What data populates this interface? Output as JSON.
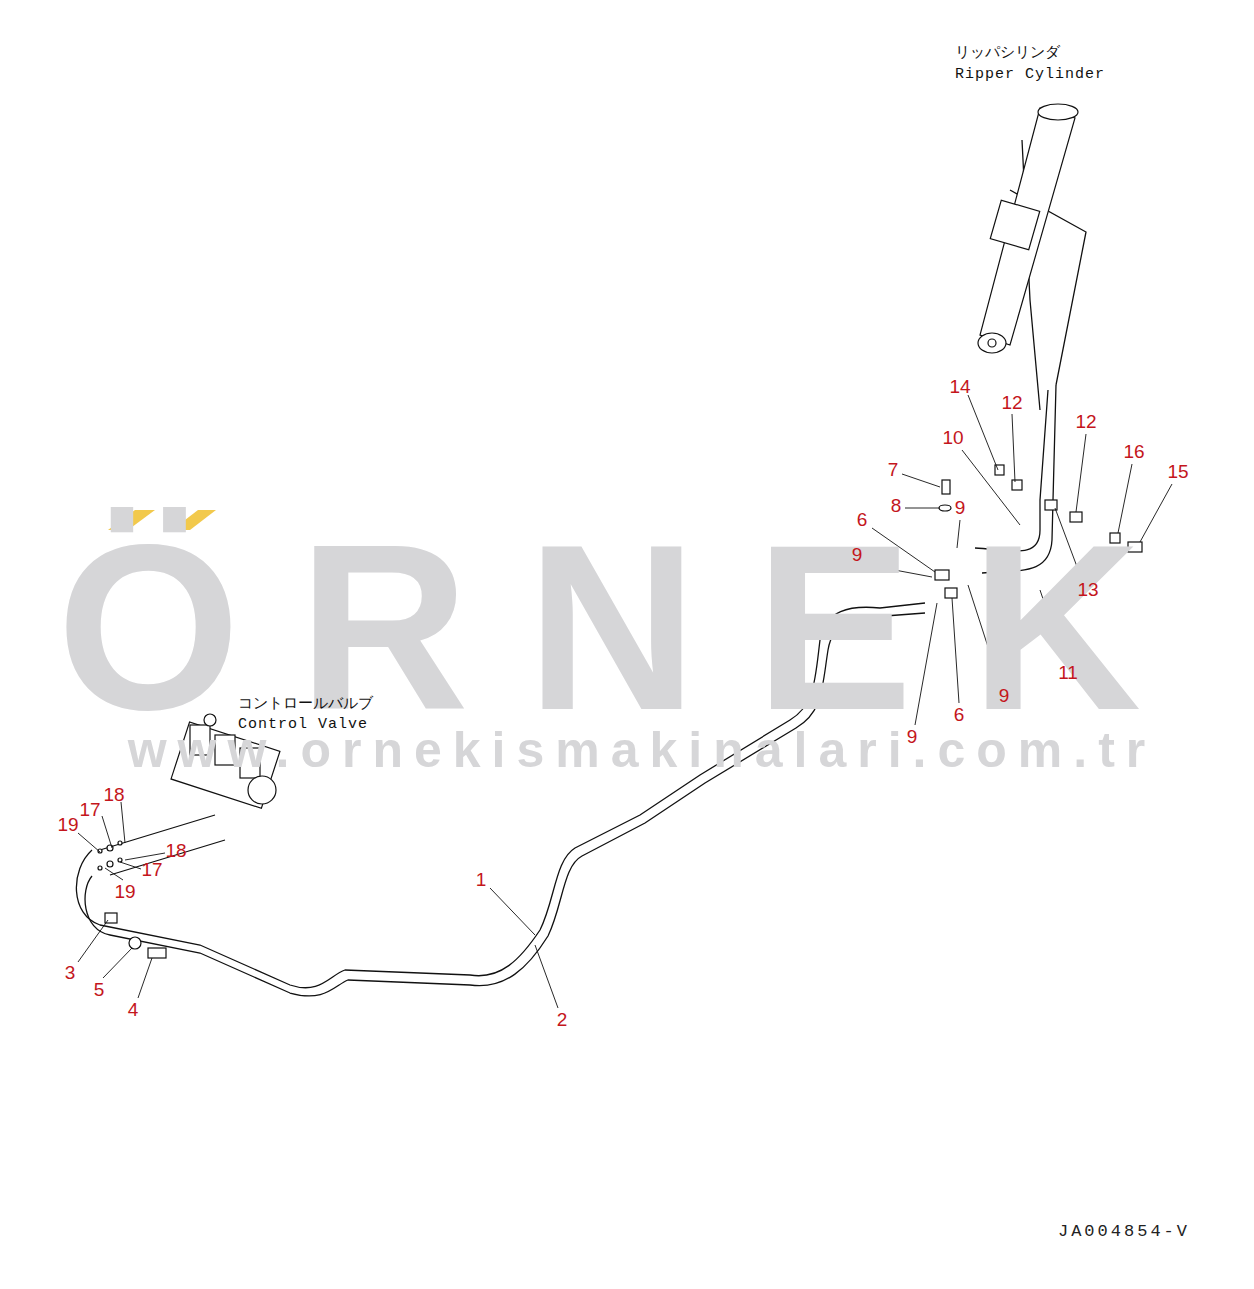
{
  "diagram": {
    "labels": [
      "ÖRNEK",
      "www.ornekismakinalari.com.tr",
      "リッパシリンダ",
      "Ripper Cylinder",
      "14",
      "12",
      "12",
      "10",
      "16",
      "15",
      "7",
      "8",
      "9",
      "6",
      "9",
      "13",
      "9",
      "11",
      "6",
      "9",
      "1",
      "2",
      "コントロールバルブ",
      "Control Valve",
      "18",
      "17",
      "19",
      "18",
      "17",
      "19",
      "3",
      "5",
      "4",
      "JA004854-V"
    ]
  }
}
